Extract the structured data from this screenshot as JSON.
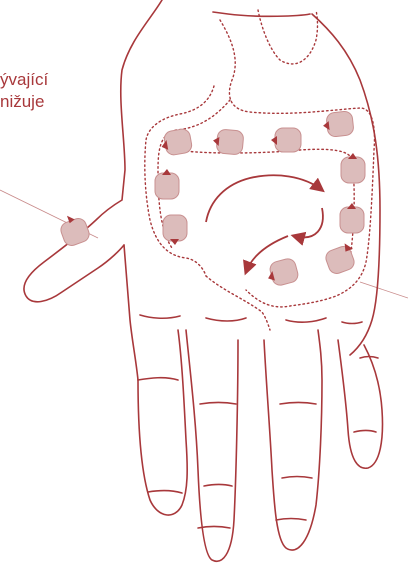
{
  "caption": {
    "line1": "ývající",
    "line2": "nižuje"
  },
  "colors": {
    "outline": "#a8383b",
    "marker_fill": "#dcbcbb",
    "marker_stroke": "#c89090",
    "arrow": "#a8383b",
    "background": "#ffffff",
    "guide_line": "#c88a8a"
  },
  "icons": [
    "palm-outline",
    "colon-path-dotted",
    "massage-point-marker",
    "circular-direction-arrow"
  ]
}
